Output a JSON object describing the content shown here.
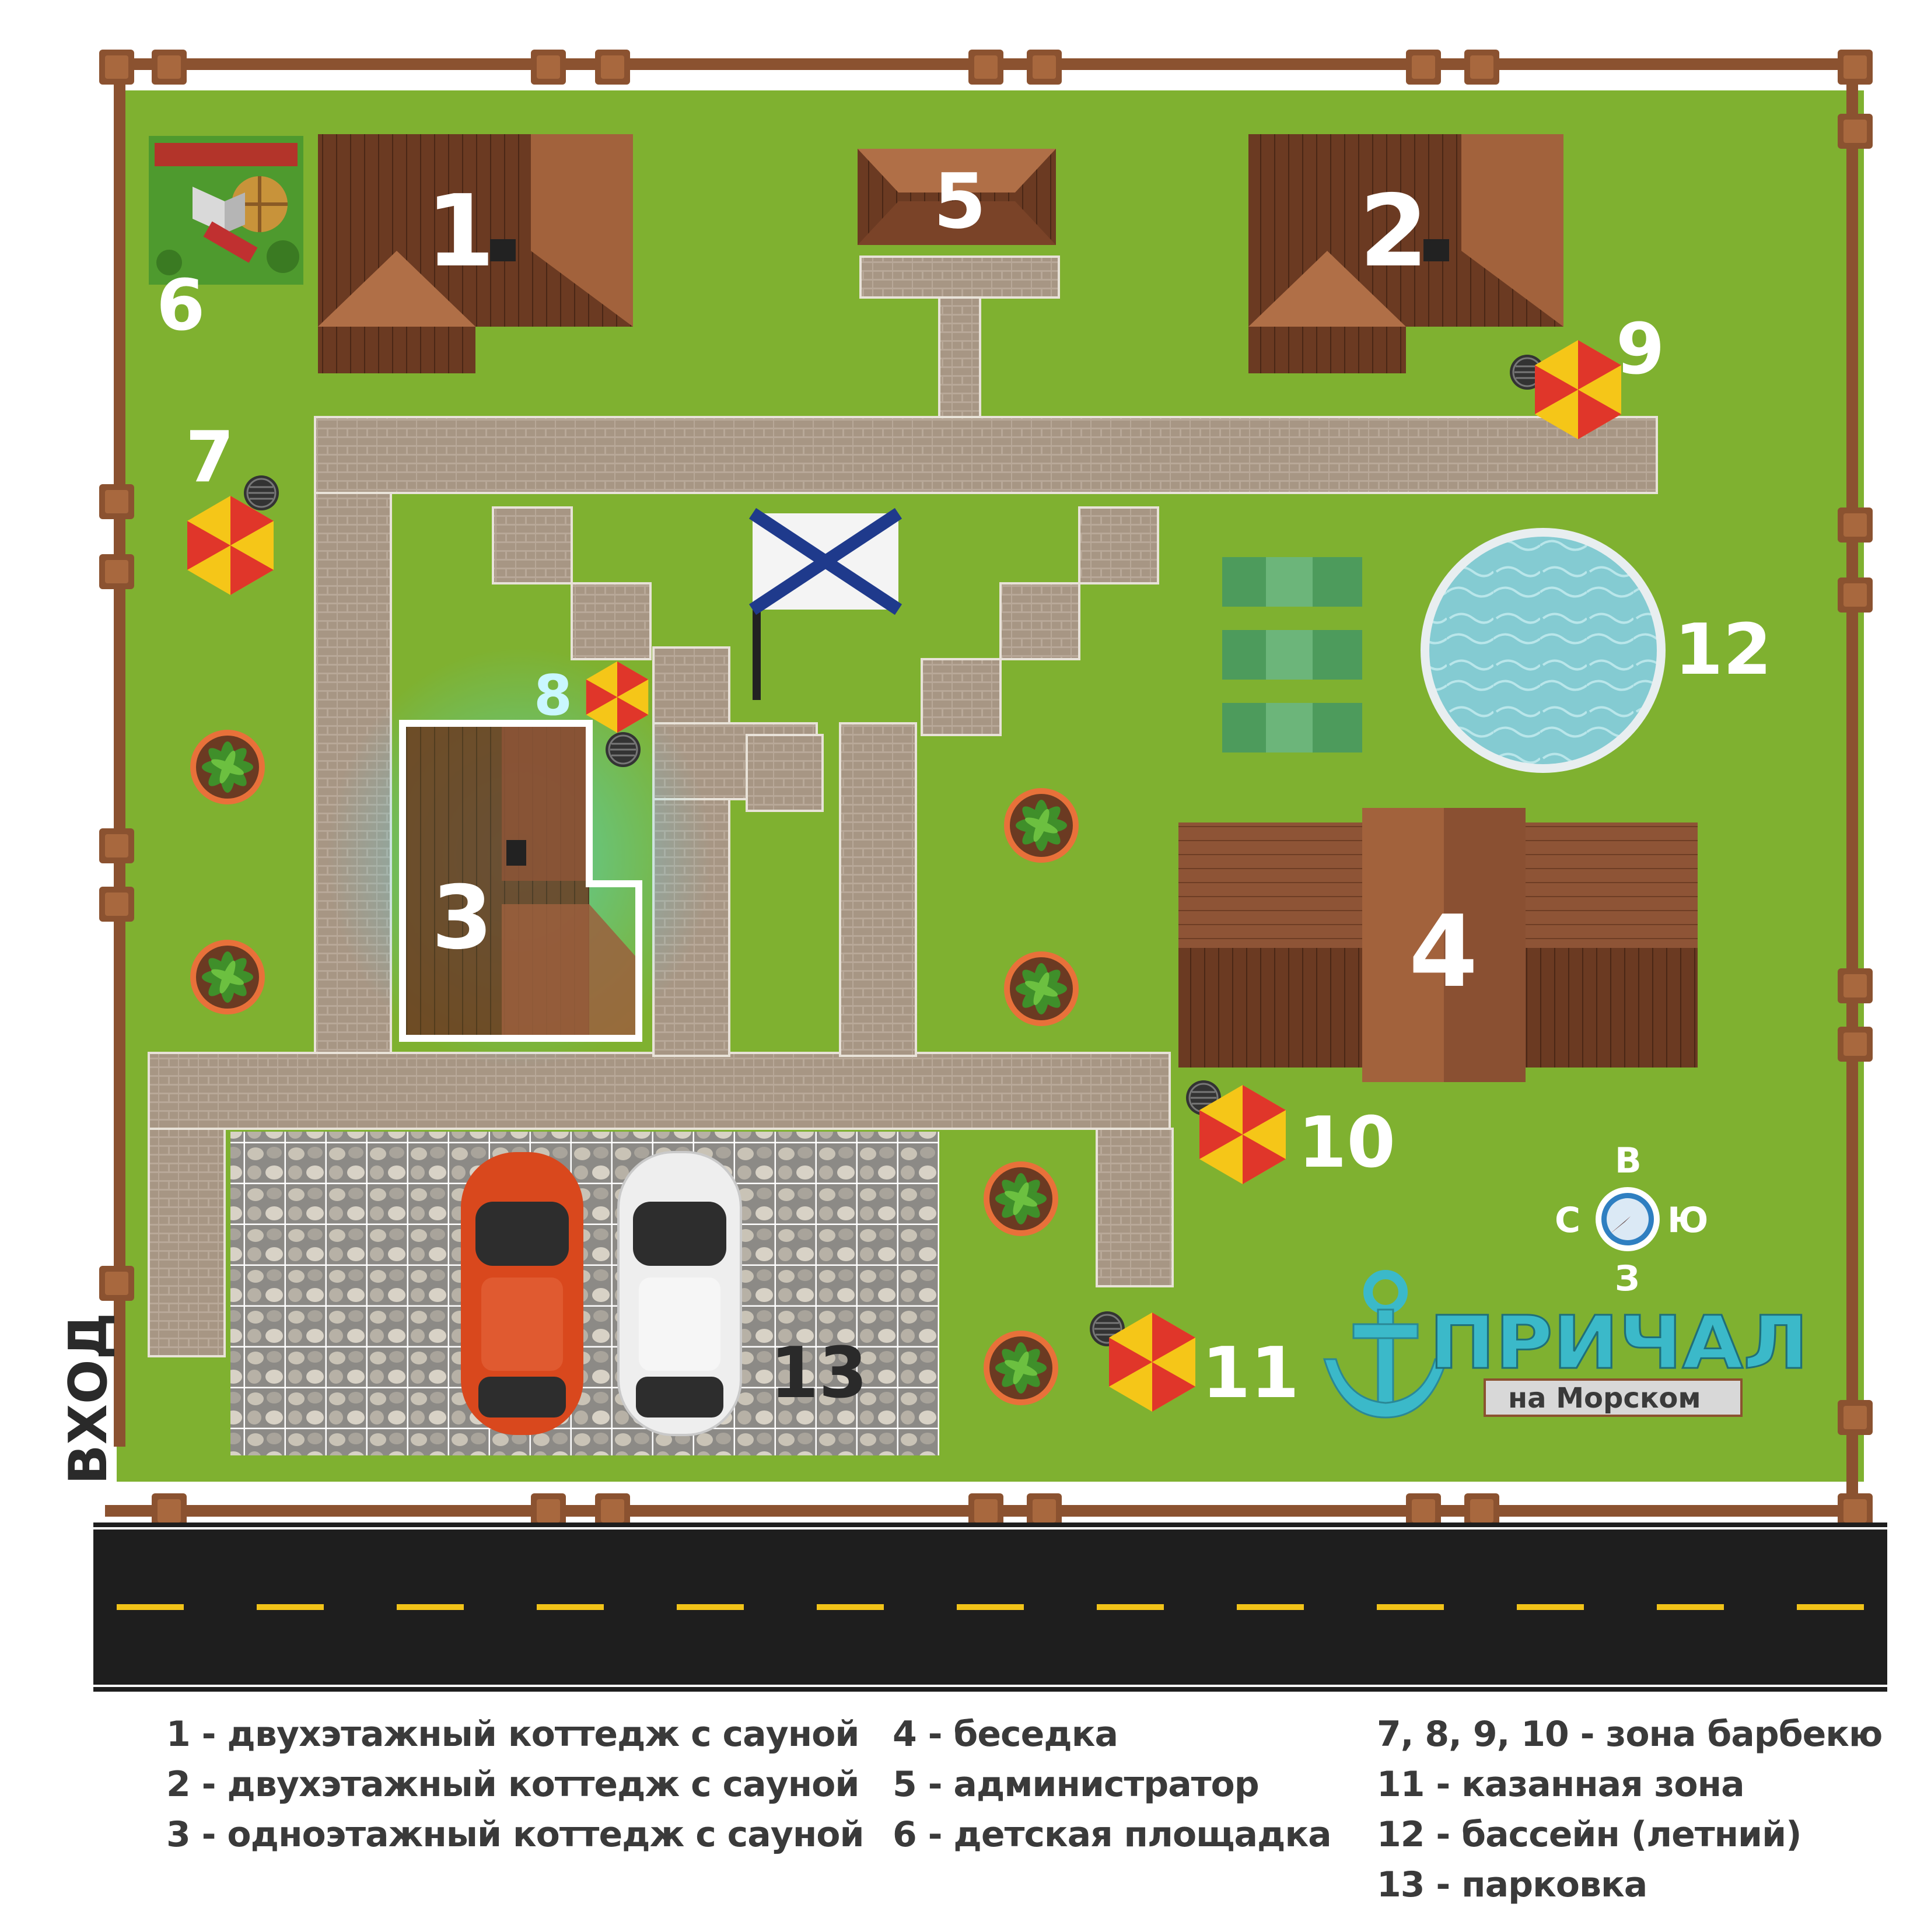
{
  "map": {
    "labels": {
      "cottage_1": "1",
      "cottage_2": "2",
      "cottage_3": "3",
      "gazebo": "4",
      "admin": "5",
      "playground": "6",
      "bbq_7": "7",
      "bbq_8": "8",
      "bbq_9": "9",
      "bbq_10": "10",
      "kazan": "11",
      "pool": "12",
      "parking": "13"
    },
    "entrance": "ВХОД",
    "compass": {
      "north": "В",
      "west": "С",
      "east": "Ю",
      "south": "З"
    },
    "logo": {
      "title": "ПРИЧАЛ",
      "subtitle": "на Морском"
    },
    "colors": {
      "grass": "#7fb130",
      "roof": "#8a5032",
      "fence": "#8b5230",
      "tile": "#b3a393",
      "asphalt": "#1e1e1e",
      "road_line": "#f2c318",
      "pool": "#7ec4cc",
      "umbrella_red": "#e0362a",
      "umbrella_yellow": "#f5c618",
      "highlight": "#40e6ff",
      "logo": "#3bb9c9"
    }
  },
  "legend": {
    "col1": [
      "1 - двухэтажный коттедж с сауной",
      "2 - двухэтажный коттедж с сауной",
      "3 - одноэтажный коттедж с сауной"
    ],
    "col2": [
      "4 - беседка",
      "5 - администратор",
      "6 - детская площадка"
    ],
    "col3": [
      "7, 8, 9, 10 - зона барбекю",
      "11 - казанная зона",
      "12 - бассейн (летний)",
      "13 - парковка"
    ]
  }
}
